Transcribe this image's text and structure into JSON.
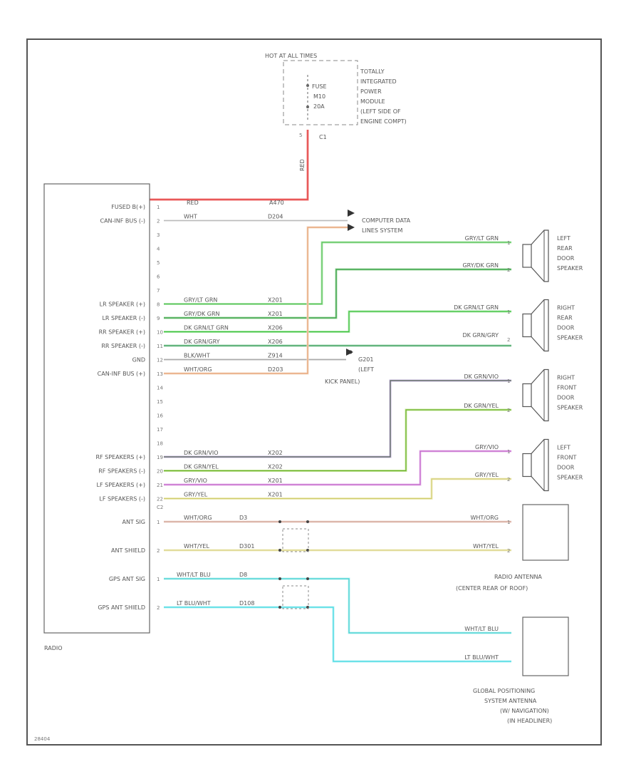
{
  "fuse": {
    "header": "HOT AT ALL TIMES",
    "fuse_label": [
      "FUSE",
      "M10",
      "20A"
    ],
    "module_label": [
      "TOTALLY",
      "INTEGRATED",
      "POWER",
      "MODULE",
      "(LEFT SIDE OF",
      "ENGINE COMPT)"
    ],
    "connector": "C1"
  },
  "radio": {
    "name": "RADIO",
    "pins": [
      {
        "label": "FUSED B(+)",
        "pin": "1"
      },
      {
        "label": "CAN-INF BUS (-)",
        "pin": "2"
      },
      {
        "label": "",
        "pin": "3"
      },
      {
        "label": "",
        "pin": "4"
      },
      {
        "label": "",
        "pin": "5"
      },
      {
        "label": "",
        "pin": "6"
      },
      {
        "label": "",
        "pin": "7"
      },
      {
        "label": "LR SPEAKER (+)",
        "pin": "8"
      },
      {
        "label": "LR SPEAKER (-)",
        "pin": "9"
      },
      {
        "label": "RR SPEAKER (+)",
        "pin": "10"
      },
      {
        "label": "RR SPEAKER (-)",
        "pin": "11"
      },
      {
        "label": "GND",
        "pin": "12"
      },
      {
        "label": "CAN-INF BUS (+)",
        "pin": "13"
      },
      {
        "label": "",
        "pin": "14"
      },
      {
        "label": "",
        "pin": "15"
      },
      {
        "label": "",
        "pin": "16"
      },
      {
        "label": "",
        "pin": "17"
      },
      {
        "label": "",
        "pin": "18"
      },
      {
        "label": "RF SPEAKERS (+)",
        "pin": "19"
      },
      {
        "label": "RF SPEAKERS (-)",
        "pin": "20"
      },
      {
        "label": "LF SPEAKERS (+)",
        "pin": "21"
      },
      {
        "label": "LF SPEAKERS (-)",
        "pin": "22"
      }
    ],
    "connector_c2": "C2",
    "antenna_pins": [
      {
        "label": "ANT SIG",
        "pin": "1"
      },
      {
        "label": "ANT SHIELD",
        "pin": "2"
      },
      {
        "label": "GPS ANT SIG",
        "pin": "1"
      },
      {
        "label": "GPS ANT SHIELD",
        "pin": "2"
      }
    ]
  },
  "wires": {
    "fused": {
      "color": "RED",
      "circuit": "A470"
    },
    "can_neg": {
      "color": "WHT",
      "circuit": "D204"
    },
    "lr_pos": {
      "color": "GRY/LT GRN",
      "circuit": "X201"
    },
    "lr_neg": {
      "color": "GRY/DK GRN",
      "circuit": "X201"
    },
    "rr_pos": {
      "color": "DK GRN/LT GRN",
      "circuit": "X206"
    },
    "rr_neg": {
      "color": "DK GRN/GRY",
      "circuit": "X206"
    },
    "gnd": {
      "color": "BLK/WHT",
      "circuit": "Z914"
    },
    "can_pos": {
      "color": "WHT/ORG",
      "circuit": "D203"
    },
    "rf_pos": {
      "color": "DK GRN/VIO",
      "circuit": "X202"
    },
    "rf_neg": {
      "color": "DK GRN/YEL",
      "circuit": "X202"
    },
    "lf_pos": {
      "color": "GRY/VIO",
      "circuit": "X201"
    },
    "lf_neg": {
      "color": "GRY/YEL",
      "circuit": "X201"
    },
    "ant_sig": {
      "color": "WHT/ORG",
      "circuit": "D3"
    },
    "ant_sh": {
      "color": "WHT/YEL",
      "circuit": "D301"
    },
    "gps_sig": {
      "color": "WHT/LT BLU",
      "circuit": "D8"
    },
    "gps_sh": {
      "color": "LT BLU/WHT",
      "circuit": "D108"
    }
  },
  "fuse_wire_label": "RED",
  "computer_data": [
    "COMPUTER DATA",
    "LINES SYSTEM"
  ],
  "ground": {
    "name": "G201",
    "desc": [
      "(LEFT",
      "KICK PANEL)"
    ]
  },
  "speakers": [
    {
      "name": [
        "LEFT",
        "REAR",
        "DOOR",
        "SPEAKER"
      ],
      "wire_top": "GRY/LT GRN",
      "wire_bot": "GRY/DK GRN"
    },
    {
      "name": [
        "RIGHT",
        "REAR",
        "DOOR",
        "SPEAKER"
      ],
      "wire_top": "DK GRN/LT GRN",
      "wire_bot": "DK GRN/GRY"
    },
    {
      "name": [
        "RIGHT",
        "FRONT",
        "DOOR",
        "SPEAKER"
      ],
      "wire_top": "DK GRN/VIO",
      "wire_bot": "DK GRN/YEL"
    },
    {
      "name": [
        "LEFT",
        "FRONT",
        "DOOR",
        "SPEAKER"
      ],
      "wire_top": "GRY/VIO",
      "wire_bot": "GRY/YEL"
    }
  ],
  "radio_antenna": {
    "name": [
      "RADIO ANTENNA",
      "(CENTER REAR OF ROOF)"
    ],
    "wire_top": "WHT/ORG",
    "wire_bot": "WHT/YEL"
  },
  "gps_antenna": {
    "name": [
      "GLOBAL POSITIONING",
      "SYSTEM ANTENNA",
      "(W/ NAVIGATION)",
      "(IN HEADLINER)"
    ],
    "wire_top": "WHT/LT BLU",
    "wire_bot": "LT BLU/WHT"
  },
  "footer_code": "28404"
}
